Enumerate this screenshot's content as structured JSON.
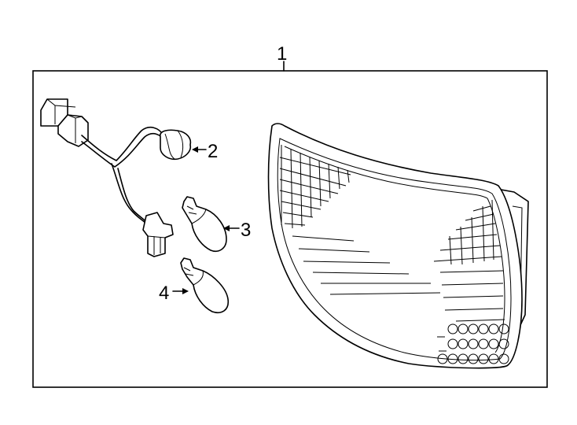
{
  "callouts": [
    {
      "id": "1",
      "text": "1"
    },
    {
      "id": "2",
      "text": "2"
    },
    {
      "id": "3",
      "text": "3"
    },
    {
      "id": "4",
      "text": "4"
    }
  ],
  "colors": {
    "line": "#000000",
    "background": "#ffffff"
  }
}
